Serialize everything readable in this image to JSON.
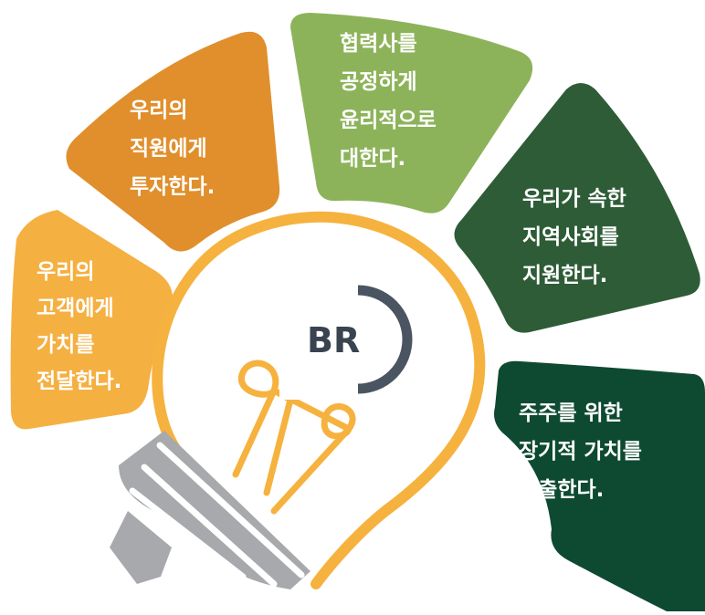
{
  "segments": [
    {
      "id": "customers",
      "lines": [
        "우리의",
        "고객에게",
        "가치를",
        "전달한다."
      ],
      "color": "#f5b042"
    },
    {
      "id": "employees",
      "lines": [
        "우리의",
        "직원에게",
        "투자한다."
      ],
      "color": "#e08f2c"
    },
    {
      "id": "partners",
      "lines": [
        "협력사를",
        "공정하게",
        "윤리적으로",
        "대한다."
      ],
      "color": "#8db35a"
    },
    {
      "id": "community",
      "lines": [
        "우리가 속한",
        "지역사회를",
        "지원한다."
      ],
      "color": "#2e5c37"
    },
    {
      "id": "shareholders",
      "lines": [
        "주주를 위한",
        "장기적 가치를",
        "창출한다."
      ],
      "color": "#0e4a32"
    }
  ],
  "logo": {
    "text": "BR",
    "text_color": "#3a4350",
    "arc_color": "#4a5561"
  },
  "bulb": {
    "color": "#f6b23e",
    "base_color": "#a7a9ac"
  }
}
